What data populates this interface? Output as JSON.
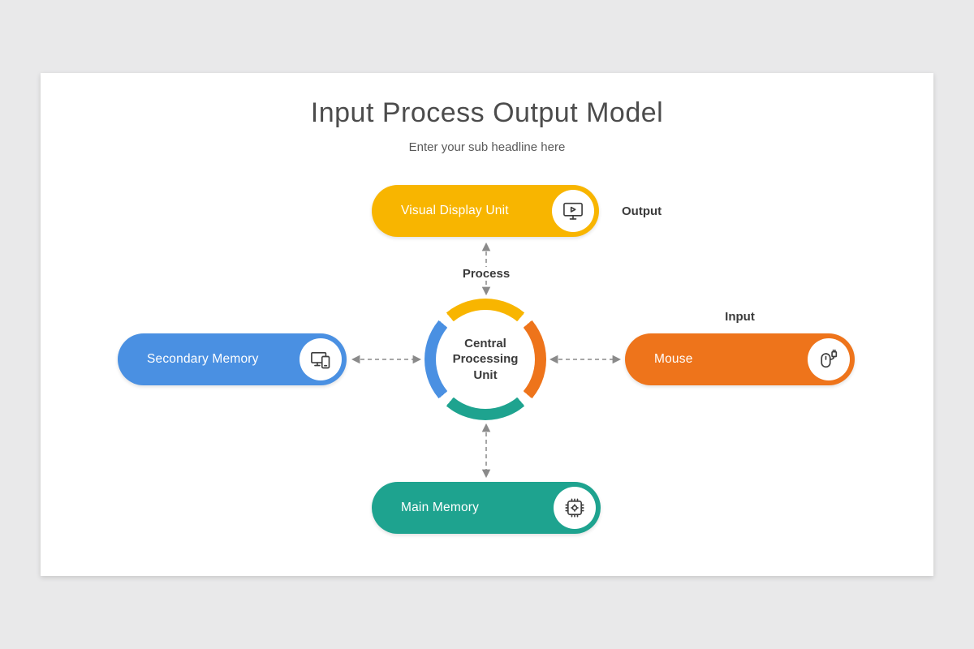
{
  "slide": {
    "title": "Input Process Output Model",
    "subtitle": "Enter your sub headline here"
  },
  "labels": {
    "output": "Output",
    "input": "Input",
    "process": "Process"
  },
  "center": {
    "label": "Central Processing Unit"
  },
  "nodes": [
    {
      "id": "visual-display-unit",
      "label": "Visual Display Unit",
      "color": "#F8B500",
      "icon": "monitor-play-icon",
      "annotation": "Output"
    },
    {
      "id": "secondary-memory",
      "label": "Secondary Memory",
      "color": "#4A90E2",
      "icon": "devices-icon"
    },
    {
      "id": "mouse",
      "label": "Mouse",
      "color": "#EE741B",
      "icon": "mouse-icon",
      "annotation": "Input"
    },
    {
      "id": "main-memory",
      "label": "Main Memory",
      "color": "#1EA38F",
      "icon": "chip-icon"
    }
  ],
  "colors": {
    "yellow": "#F8B500",
    "blue": "#4A90E2",
    "orange": "#EE741B",
    "teal": "#1EA38F",
    "arrow": "#8a8a8a",
    "page_background": "#e9e9ea",
    "text_dark": "#3b3b3b"
  }
}
